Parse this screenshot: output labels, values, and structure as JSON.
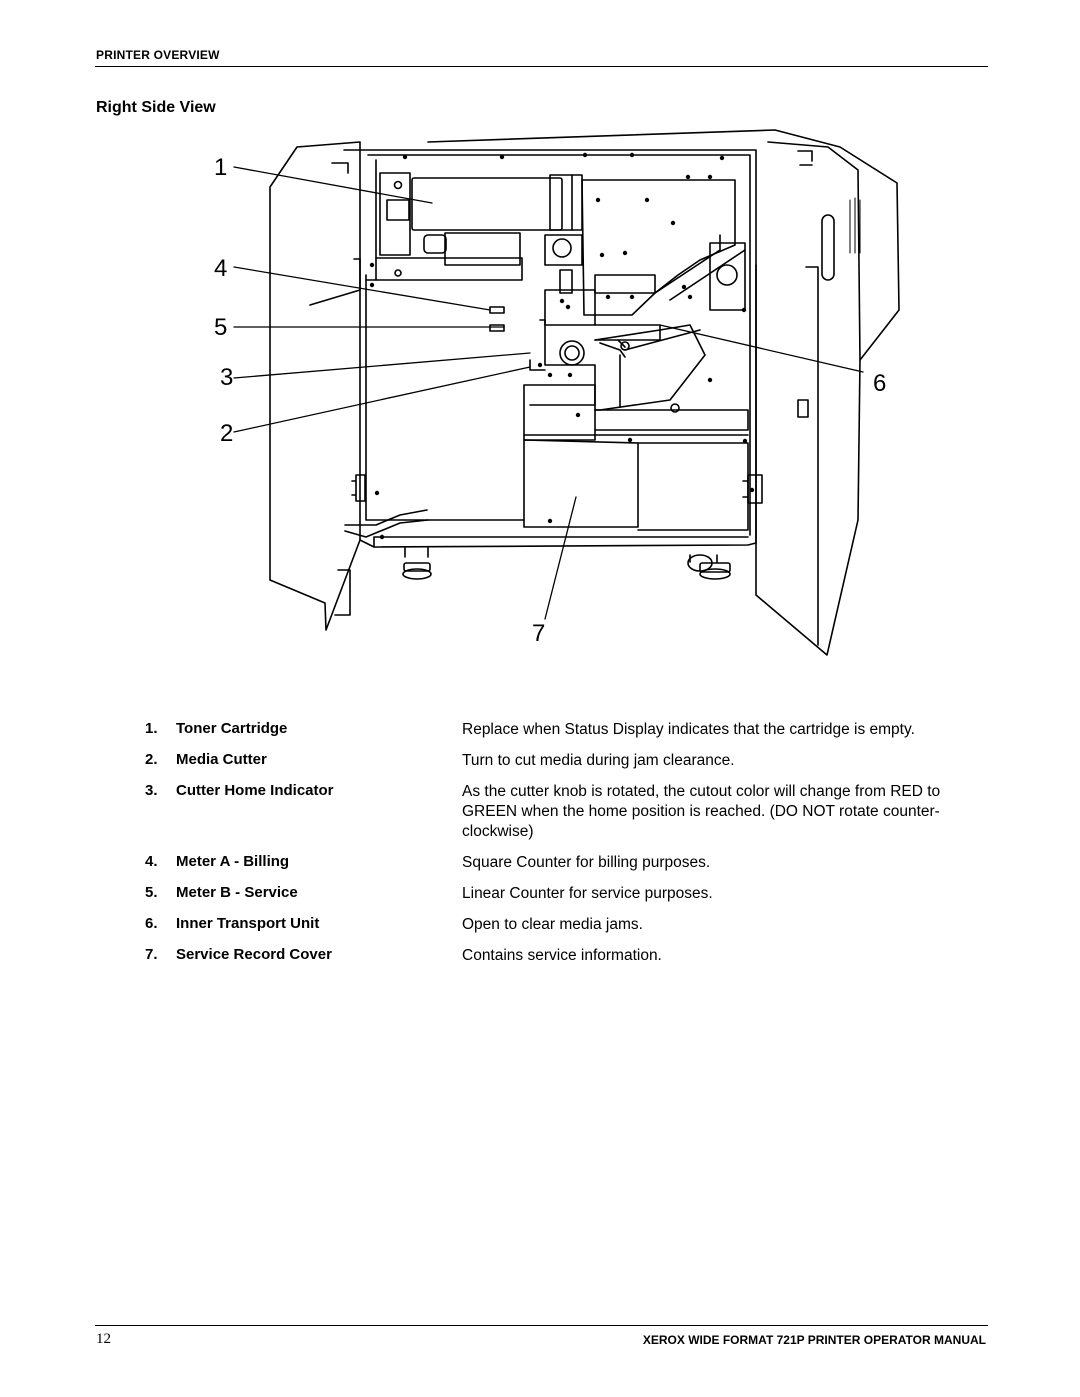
{
  "header": {
    "section_label": "PRINTER OVERVIEW"
  },
  "section_title": "Right Side View",
  "figure": {
    "callouts": [
      "1",
      "2",
      "3",
      "4",
      "5",
      "6",
      "7"
    ]
  },
  "legend": [
    {
      "num": "1.",
      "term": "Toner Cartridge",
      "desc": "Replace when Status Display indicates that the cartridge is empty."
    },
    {
      "num": "2.",
      "term": "Media Cutter",
      "desc": "Turn to cut media during jam clearance."
    },
    {
      "num": "3.",
      "term": "Cutter Home Indicator",
      "desc": "As the cutter knob is rotated, the cutout color will change from RED to GREEN when the home position is reached.  (DO NOT rotate counter-clockwise)"
    },
    {
      "num": "4.",
      "term": "Meter A - Billing",
      "desc": "Square Counter for billing purposes."
    },
    {
      "num": "5.",
      "term": "Meter B - Service",
      "desc": "Linear Counter for service purposes."
    },
    {
      "num": "6.",
      "term": "Inner Transport Unit",
      "desc": "Open to clear media jams."
    },
    {
      "num": "7.",
      "term": "Service Record Cover",
      "desc": "Contains service information."
    }
  ],
  "footer": {
    "page_number": "12",
    "manual_title": "XEROX WIDE FORMAT 721P PRINTER OPERATOR MANUAL"
  }
}
